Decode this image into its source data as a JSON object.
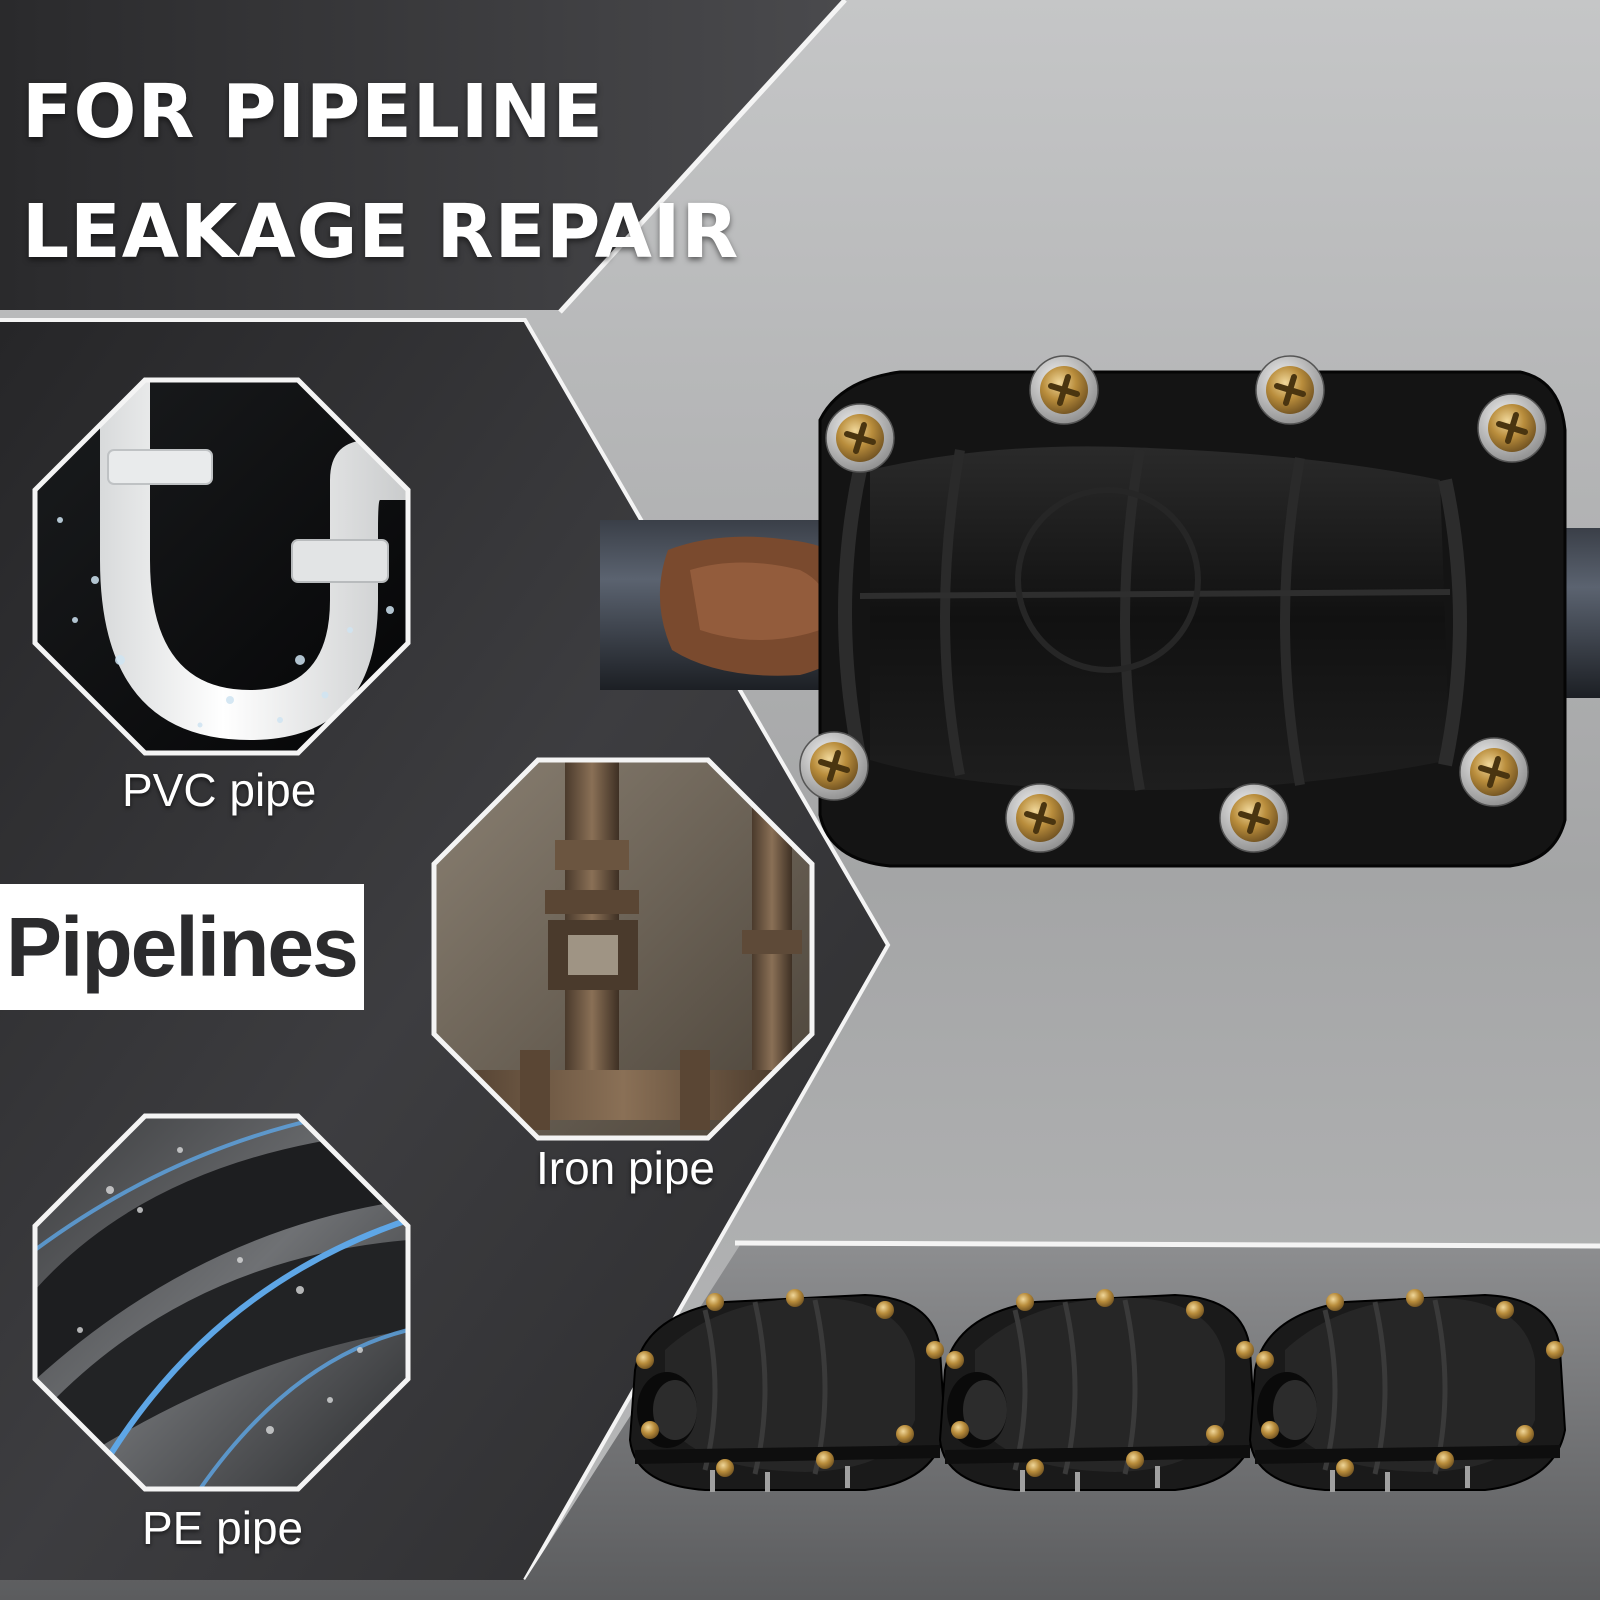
{
  "headline": {
    "line1": "FOR PIPELINE",
    "line2": "LEAKAGE REPAIR"
  },
  "badge": "Pipelines",
  "pipe_types": [
    {
      "label": "PVC pipe",
      "icon": "pvc-pipe-photo"
    },
    {
      "label": "Iron pipe",
      "icon": "iron-pipe-photo"
    },
    {
      "label": "PE pipe",
      "icon": "pe-pipe-photo"
    }
  ],
  "product": {
    "icon": "pipe-repair-clamp",
    "count_shown": 3
  },
  "colors": {
    "panel_dark": "#333335",
    "photo_grey": "#a9aaab",
    "badge_bg": "#ffffff",
    "text": "#ffffff",
    "clamp_black": "#141414",
    "screw_gold": "#b58a3a"
  }
}
